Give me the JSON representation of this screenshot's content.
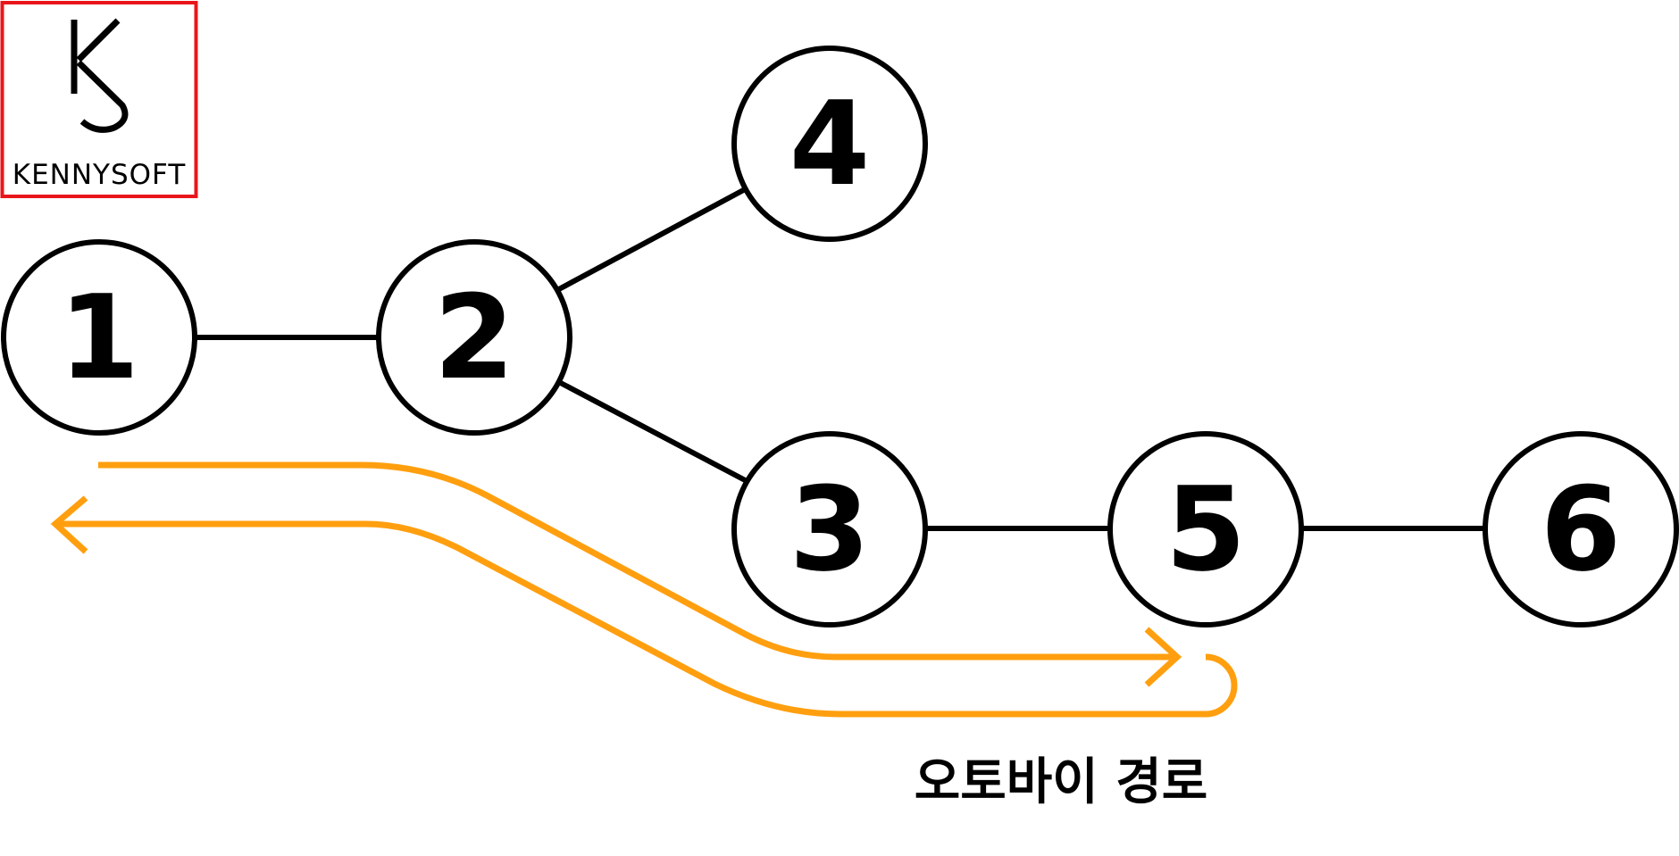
{
  "logo": {
    "mark_icon": "kennysoft-k-mark",
    "name": "KENNYSOFT",
    "border_color": "#e8161b"
  },
  "diagram": {
    "nodes": [
      {
        "id": "1",
        "label": "1"
      },
      {
        "id": "2",
        "label": "2"
      },
      {
        "id": "3",
        "label": "3"
      },
      {
        "id": "4",
        "label": "4"
      },
      {
        "id": "5",
        "label": "5"
      },
      {
        "id": "6",
        "label": "6"
      }
    ],
    "edges": [
      {
        "from": "1",
        "to": "2"
      },
      {
        "from": "2",
        "to": "4"
      },
      {
        "from": "2",
        "to": "3"
      },
      {
        "from": "3",
        "to": "5"
      },
      {
        "from": "5",
        "to": "6"
      }
    ],
    "route": {
      "path_nodes": [
        "1",
        "2",
        "3",
        "5",
        "3",
        "2",
        "1"
      ],
      "color": "#ff9f0f",
      "caption": "오토바이 경로"
    }
  }
}
